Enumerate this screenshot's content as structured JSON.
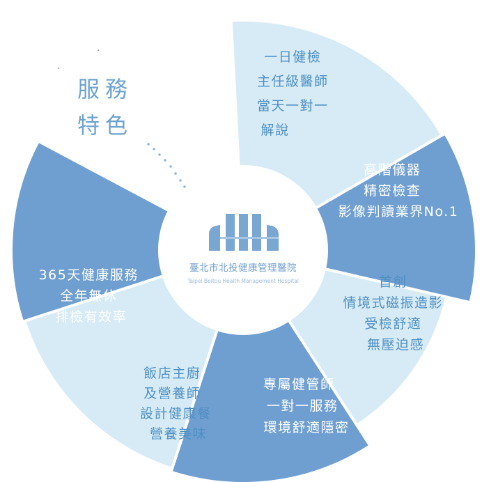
{
  "title": {
    "line1": "服務",
    "line2": "特色"
  },
  "center": {
    "name_cn": "臺北市北投健康管理醫院",
    "name_en": "Taipei Beitou Health Management Hospital"
  },
  "segments": [
    {
      "lines": [
        "一日健檢",
        "主任級醫師",
        "當天一對一",
        "解說"
      ],
      "fill": "#d6ebf6",
      "text_color": "#4f8fc2"
    },
    {
      "lines": [
        "高階儀器",
        "精密檢查",
        "影像判讀業界No.1"
      ],
      "fill": "#6f9fd1",
      "text_color": "#ffffff"
    },
    {
      "lines": [
        "首創",
        "情境式磁振造影",
        "受檢舒適",
        "無壓迫感"
      ],
      "fill": "#d6ebf6",
      "text_color": "#4f8fc2"
    },
    {
      "lines": [
        "專屬健管師",
        "一對一服務",
        "環境舒適隱密"
      ],
      "fill": "#6f9fd1",
      "text_color": "#ffffff"
    },
    {
      "lines": [
        "飯店主廚",
        "及營養師",
        "設計健康餐",
        "營養美味"
      ],
      "fill": "#d6ebf6",
      "text_color": "#4f8fc2"
    },
    {
      "lines": [
        "365天健康服務",
        "全年無休",
        "排檢有效率"
      ],
      "fill": "#6f9fd1",
      "text_color": "#ffffff"
    }
  ],
  "colors": {
    "accent": "#6f9fd1",
    "light": "#d6ebf6",
    "title": "#6ea3cf",
    "logo": "#7aa6d2"
  }
}
